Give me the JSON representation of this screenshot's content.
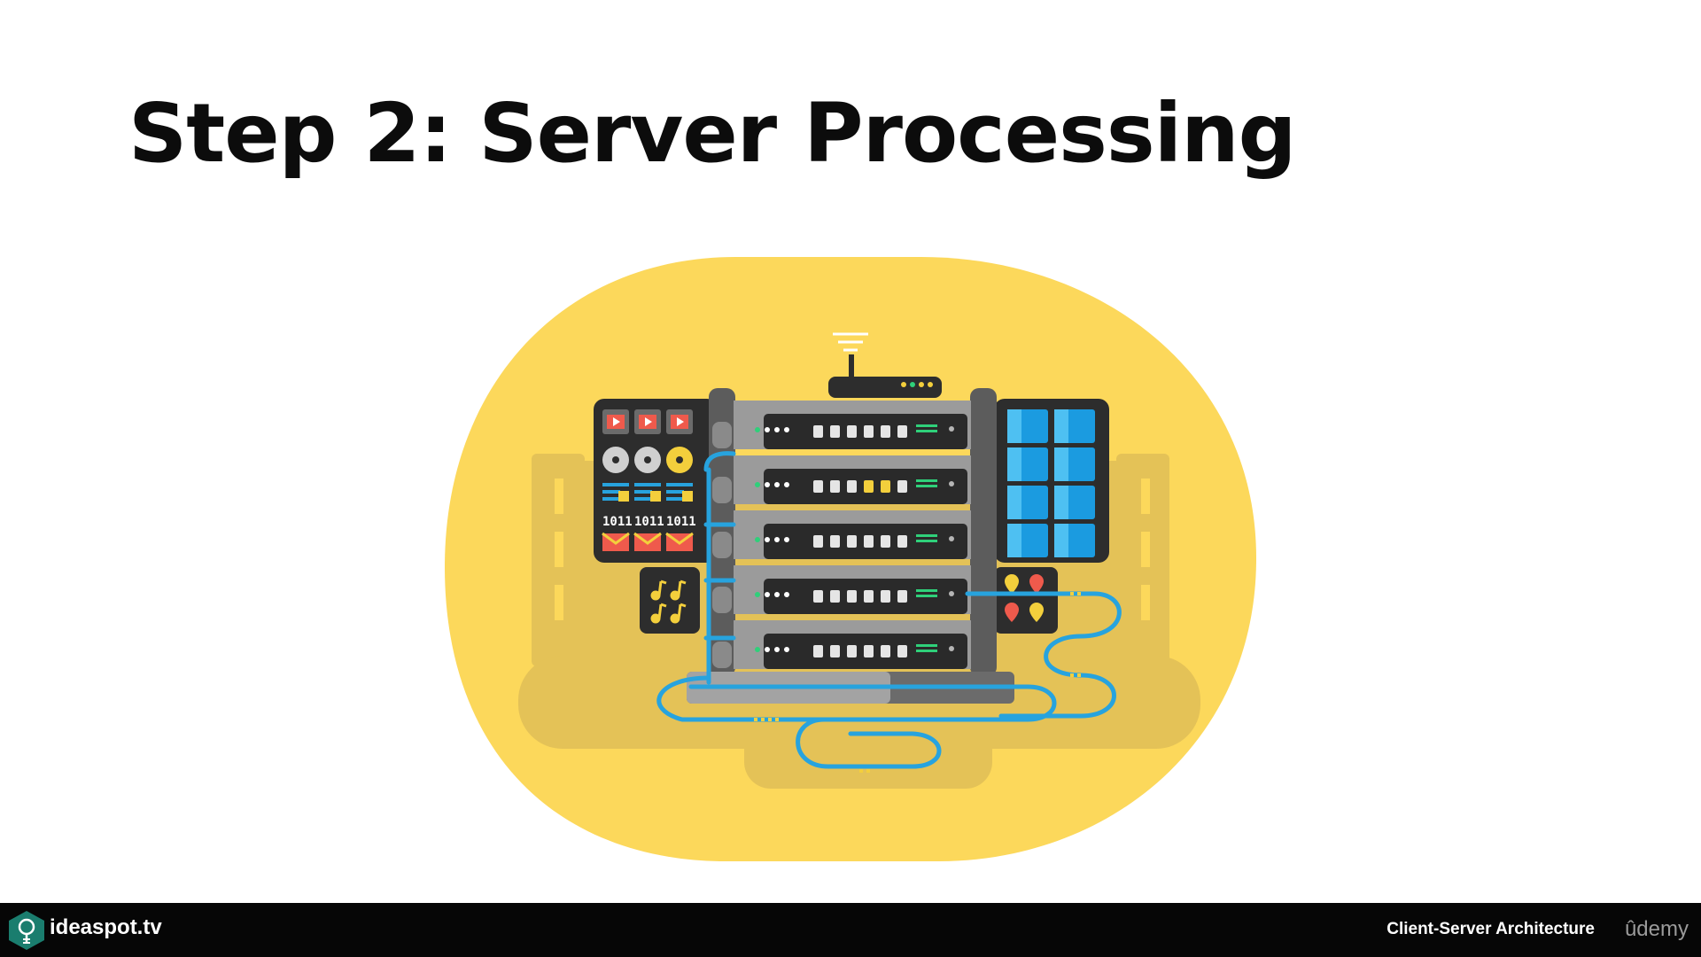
{
  "slide": {
    "title": "Step 2: Server Processing"
  },
  "illustration": {
    "binary_labels": [
      "1011",
      "1011",
      "1011"
    ]
  },
  "footer": {
    "brand": "ideaspot.tv",
    "course_title": "Client-Server Architecture",
    "platform": "ûdemy"
  },
  "colors": {
    "blob": "#fcd85b",
    "blob_shadow": "#e4c257",
    "rack": "#5c5c5c",
    "unit": "#2a2a2a",
    "cable": "#27a3de",
    "screen": "#1b9be0",
    "accent_red": "#ef5a4c",
    "accent_yellow": "#f3cf3c",
    "led_green": "#2fd07a"
  },
  "icons": [
    "ideaspot-logo-icon",
    "play-icon",
    "disc-icon",
    "music-note-icon",
    "map-pin-icon",
    "router-icon"
  ]
}
